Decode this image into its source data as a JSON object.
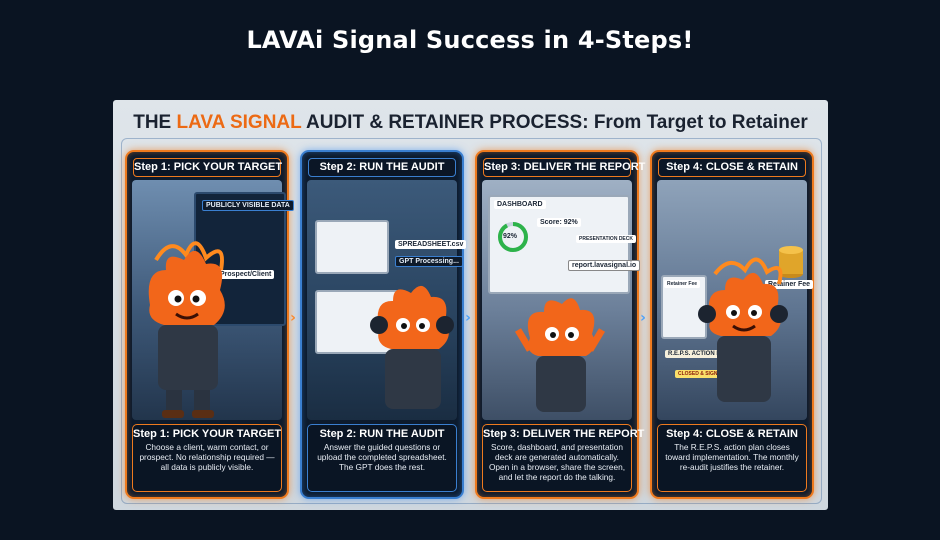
{
  "page_title": "LAVAi Signal Success in 4-Steps!",
  "infographic": {
    "heading_prefix": "THE ",
    "heading_accent": "LAVA SIGNAL",
    "heading_suffix": " AUDIT & RETAINER PROCESS: From Target to Retainer",
    "steps": [
      {
        "header": "Step 1: PICK YOUR TARGET",
        "title": "Step 1: PICK YOUR TARGET",
        "body": "Choose a client, warm contact, or prospect. No relationship required — all data is publicly visible.",
        "scene_labels": [
          "PUBLICLY VISIBLE DATA",
          "Prospect/Client"
        ]
      },
      {
        "header": "Step 2: RUN THE AUDIT",
        "title": "Step 2: RUN THE AUDIT",
        "body": "Answer the guided questions or upload the completed spreadsheet. The GPT does the rest.",
        "scene_labels": [
          "SPREADSHEET.csv",
          "GPT Processing..."
        ]
      },
      {
        "header": "Step 3: DELIVER THE REPORT",
        "title": "Step 3: DELIVER THE REPORT",
        "body": "Score, dashboard, and presentation deck are generated automatically. Open in a browser, share the screen, and let the report do the talking.",
        "scene_labels": [
          "DASHBOARD",
          "92%",
          "Score: 92%",
          "PRESENTATION DECK",
          "report.lavasignal.io"
        ]
      },
      {
        "header": "Step 4: CLOSE & RETAIN",
        "title": "Step 4: CLOSE & RETAIN",
        "body": "The R.E.P.S. action plan closes toward implementation. The monthly re-audit justifies the retainer.",
        "scene_labels": [
          "Retainer Fee",
          "Retainer Fee",
          "R.E.P.S. ACTION PLAN",
          "CLOSED & SIGNED"
        ]
      }
    ]
  },
  "colors": {
    "page_bg": "#0a1422",
    "accent_orange": "#ec6a14",
    "accent_blue": "#3a7fd0"
  }
}
